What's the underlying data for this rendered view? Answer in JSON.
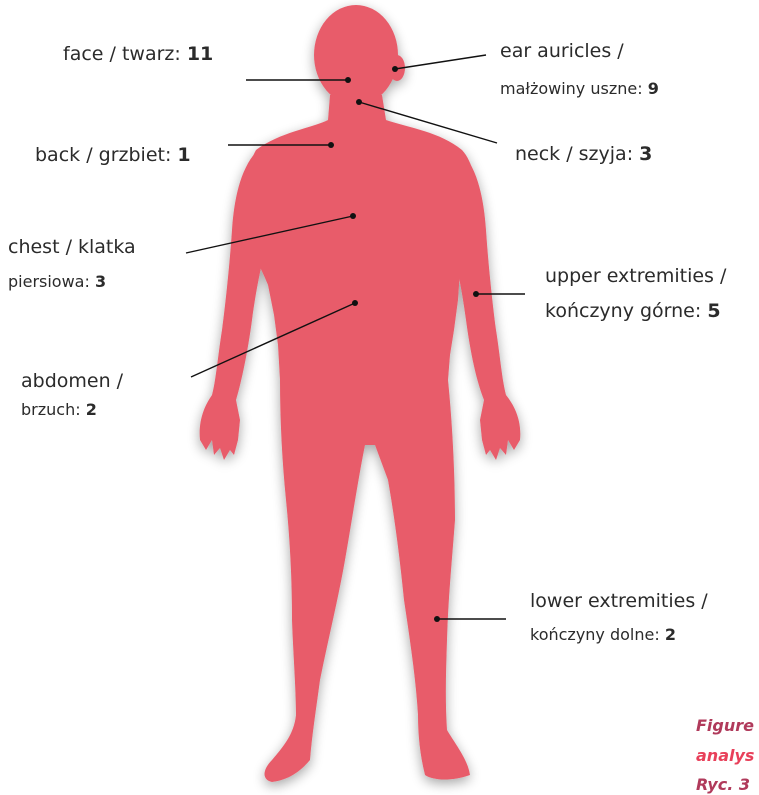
{
  "colors": {
    "body": "#e85c6b",
    "line": "#111111",
    "caption_a": "#b03a5b",
    "caption_b": "#e8405a"
  },
  "labels": {
    "face": {
      "line1": "face / twarz: ",
      "value": "11"
    },
    "ear": {
      "line1": "ear auricles /",
      "line2": "małżowiny uszne: ",
      "value": "9"
    },
    "back": {
      "line1": "back / grzbiet: ",
      "value": "1"
    },
    "neck": {
      "line1": "neck / szyja: ",
      "value": "3"
    },
    "chest": {
      "line1": "chest / klatka",
      "line2": "piersiowa: ",
      "value": "3"
    },
    "upper": {
      "line1": "upper extremities /",
      "line2": "kończyny górne: ",
      "value": "5"
    },
    "abdomen": {
      "line1": "abdomen /",
      "line2": "brzuch: ",
      "value": "2"
    },
    "lower": {
      "line1": "lower extremities /",
      "line2": "kończyny dolne: ",
      "value": "2"
    }
  },
  "caption": {
    "line1": "Figure",
    "line2": "analys",
    "line3": "Ryc. 3"
  }
}
